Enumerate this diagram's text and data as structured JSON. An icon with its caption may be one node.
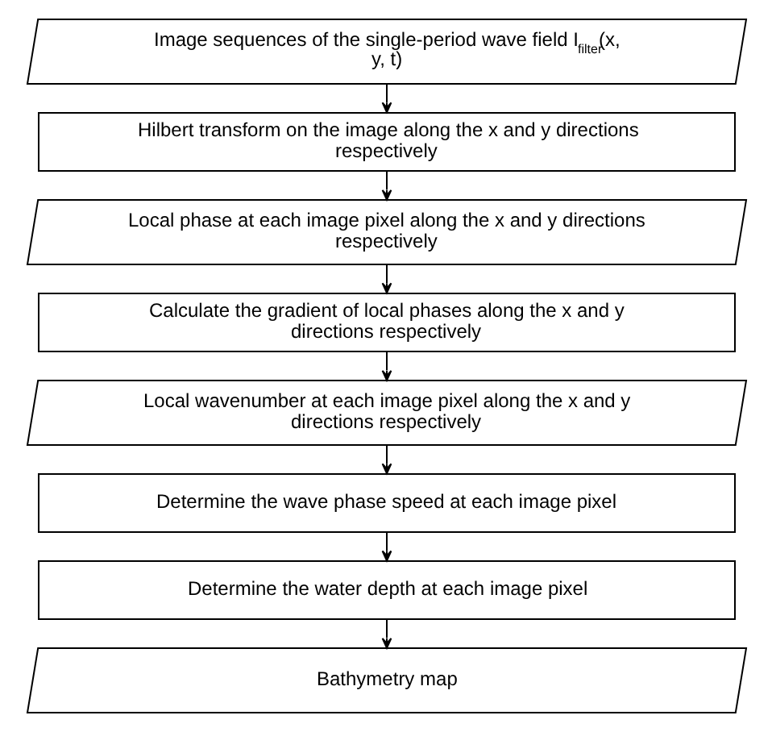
{
  "diagram": {
    "nodes": [
      {
        "text": [
          "Image sequences of the single-period wave field I$_{filter}$(x, y, t)"
        ]
      },
      {
        "text": [
          "Hilbert transform on the image along the x and y directions respectively"
        ]
      },
      {
        "text": [
          "Local phase at each image pixel along the x and y directions respectively"
        ]
      },
      {
        "text": [
          "Calculate the gradient of local phases along the x and y directions respectively"
        ]
      },
      {
        "text": [
          "Local wavenumber at each image pixel along the x and y directions respectively"
        ]
      },
      {
        "text": [
          "Determine the wave phase speed at each image pixel"
        ]
      },
      {
        "text": [
          "Determine the water depth at each image pixel"
        ]
      },
      {
        "text": [
          "Bathymetry map"
        ]
      }
    ],
    "edges": [
      {
        "from": 0,
        "to": 1,
        "arrow": "to"
      },
      {
        "from": 1,
        "to": 2,
        "arrow": "to"
      },
      {
        "from": 2,
        "to": 3,
        "arrow": "to"
      },
      {
        "from": 3,
        "to": 4,
        "arrow": "to"
      },
      {
        "from": 4,
        "to": 5,
        "arrow": "to"
      },
      {
        "from": 5,
        "to": 6,
        "arrow": "to"
      },
      {
        "from": 6,
        "to": 7,
        "arrow": "to"
      }
    ]
  }
}
